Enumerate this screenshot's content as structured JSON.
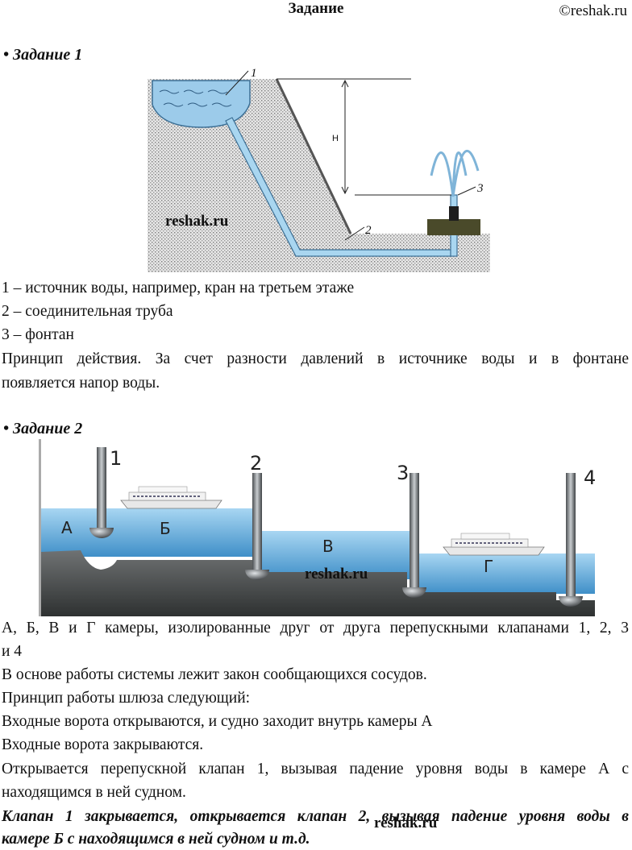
{
  "header": {
    "title": "Задание",
    "copyright": "©reshak.ru"
  },
  "task1": {
    "heading": "• Задание 1",
    "figure": {
      "label_source": "1",
      "label_pipe": "2",
      "label_fountain": "3",
      "label_height": "H",
      "watermark": "reshak.ru"
    },
    "items": [
      "1 – источник воды, например, кран на третьем этаже",
      "2 – соединительная труба",
      "3 – фонтан"
    ],
    "principle_line1": "Принцип действия. За счет разности давлений в источнике воды и в фонтане",
    "principle_line2": "появляется напор воды."
  },
  "task2": {
    "heading": "• Задание 2",
    "figure": {
      "valves": [
        "1",
        "2",
        "3",
        "4"
      ],
      "chambers": [
        "А",
        "Б",
        "В",
        "Г"
      ],
      "watermark": "reshak.ru"
    },
    "lines": [
      "А, Б, В и Г камеры, изолированные друг от друга перепускными клапанами 1, 2, 3",
      "и 4",
      "В основе работы системы лежит закон сообщающихся сосудов.",
      "Принцип работы шлюза следующий:",
      "Входные ворота открываются, и судно заходит внутрь камеры А",
      "Входные ворота закрываются.",
      "Открывается перепускной клапан 1, вызывая падение уровня воды в камере А с",
      "находящимся в ней судном.",
      "Клапан 1 закрывается, открывается клапан 2, вызывая падение уровня воды в",
      "камере Б с находящимся в ней судном и т.д."
    ],
    "footer_watermark": "reshak.ru"
  }
}
